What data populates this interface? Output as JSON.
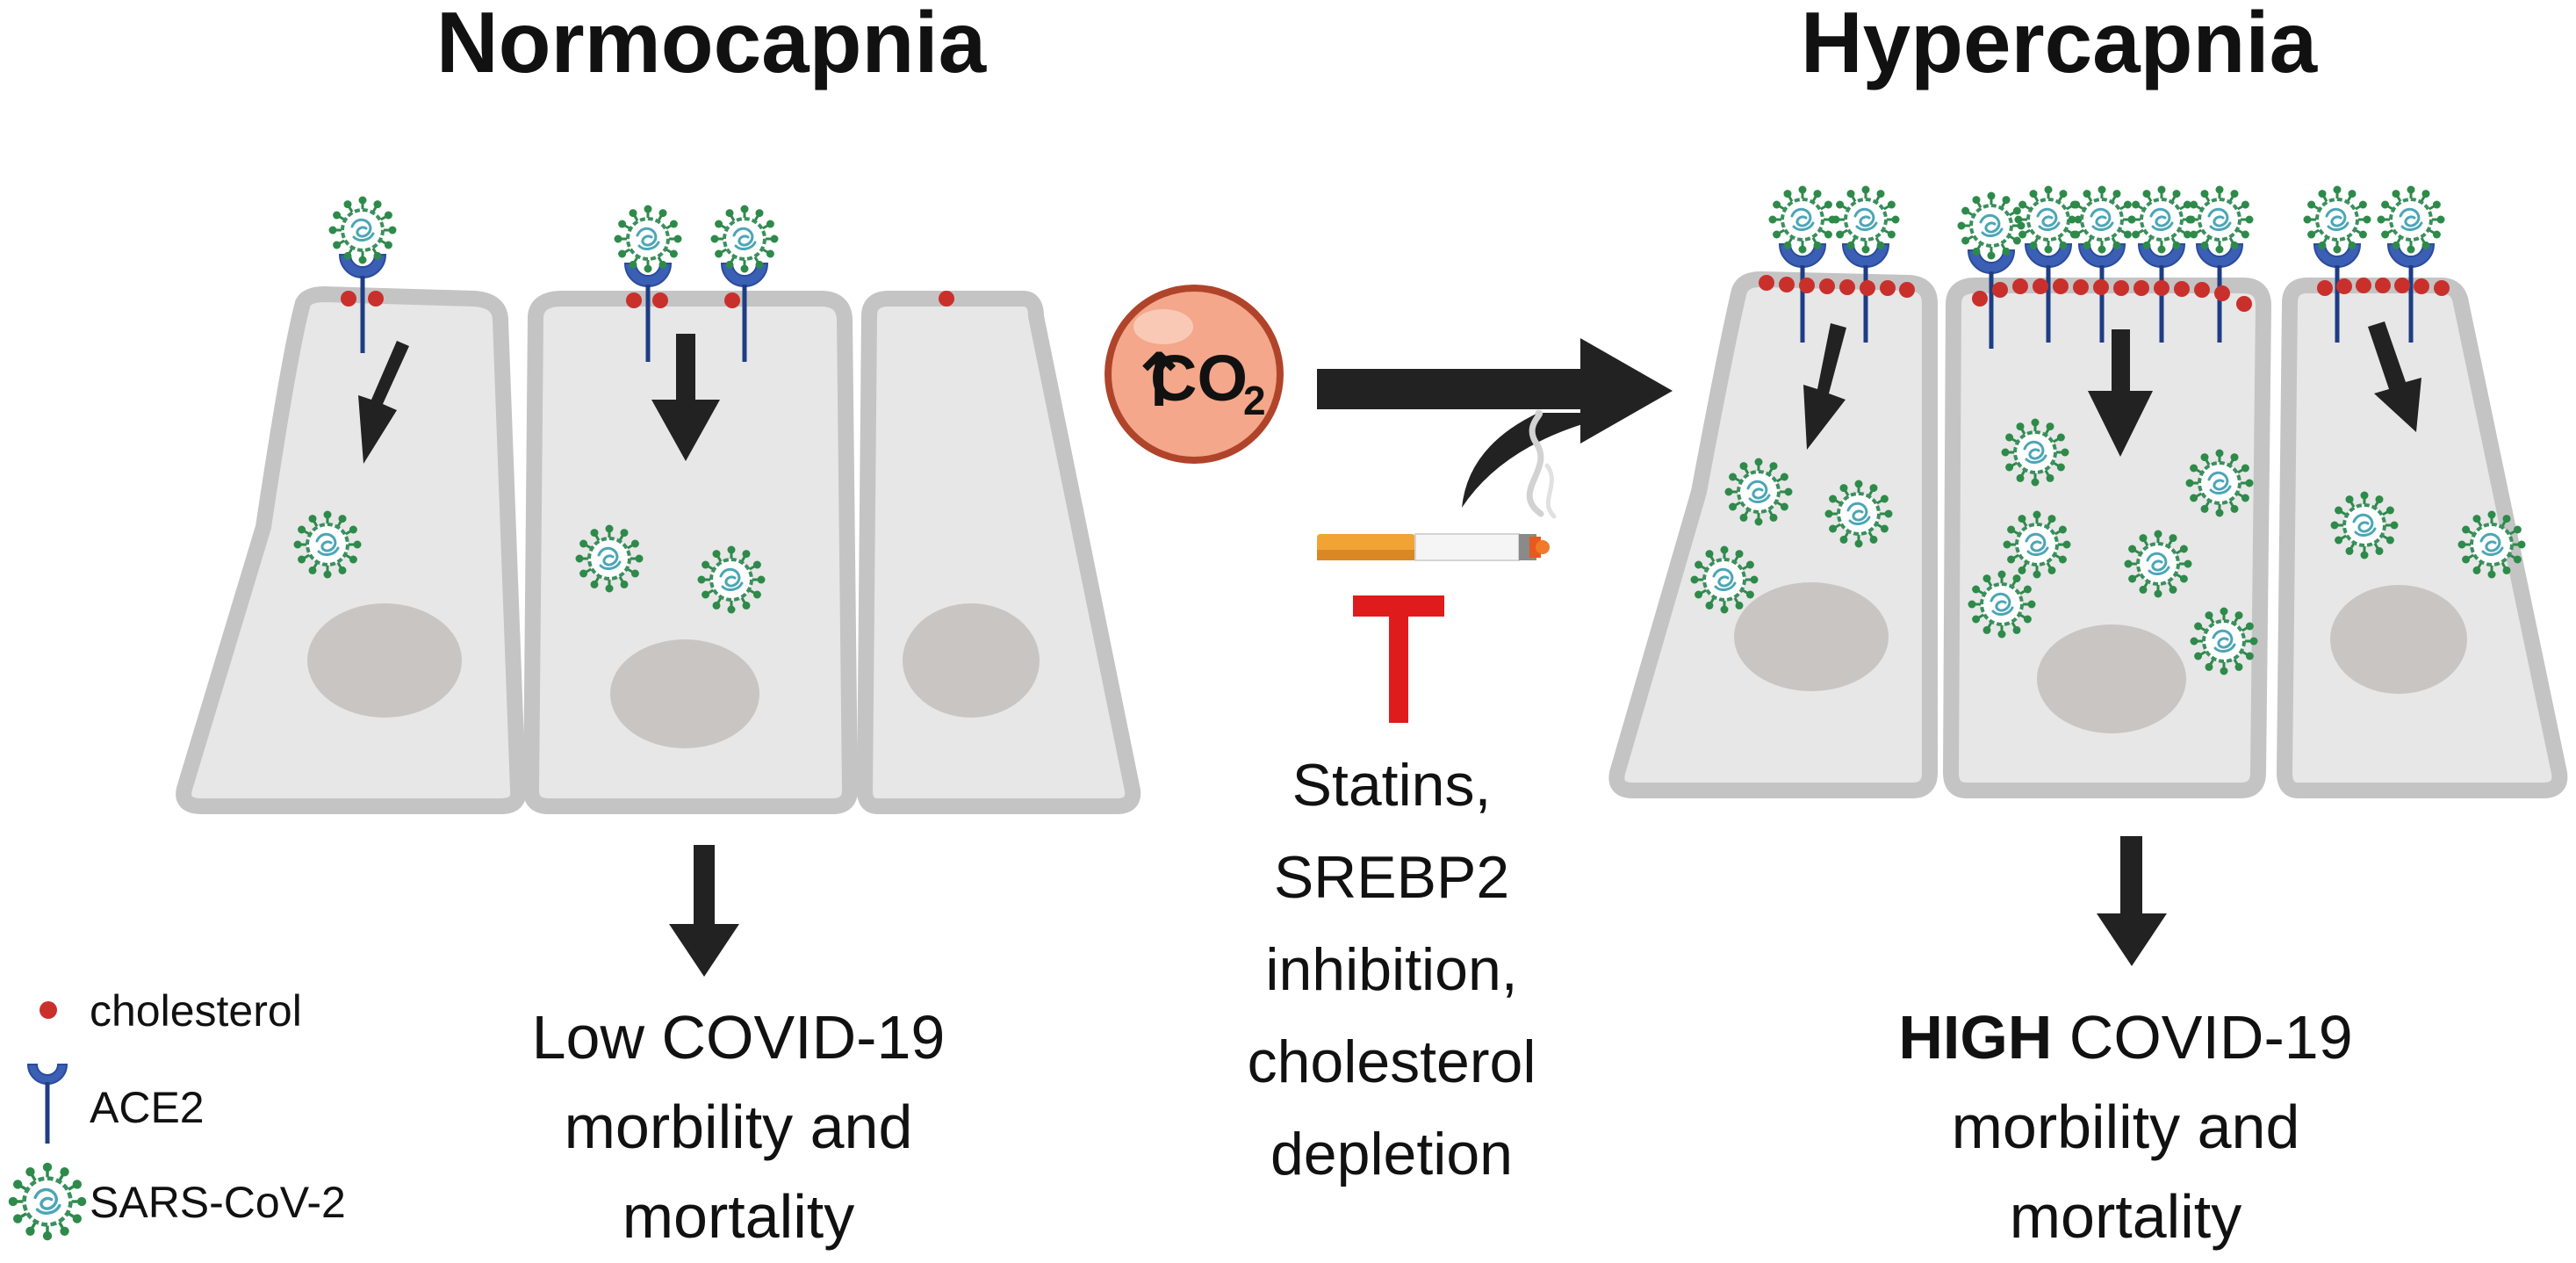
{
  "titles": {
    "left": "Normocapnia",
    "right": "Hypercapnia"
  },
  "co2_badge": {
    "arrow": "↑",
    "label": "CO",
    "subscript": "2"
  },
  "inhibitor_text": [
    "Statins,",
    "SREBP2",
    "inhibition,",
    "cholesterol",
    "depletion"
  ],
  "outcomes": {
    "left": {
      "lines": [
        "Low COVID-19",
        "morbility and",
        "mortality"
      ]
    },
    "right": {
      "emphasis": "HIGH",
      "line1_rest": " COVID-19",
      "lines": [
        "morbility and",
        "mortality"
      ]
    }
  },
  "legend": {
    "items": [
      {
        "icon": "cholesterol-dot-icon",
        "label": "cholesterol"
      },
      {
        "icon": "ace2-receptor-icon",
        "label": "ACE2"
      },
      {
        "icon": "sars-cov-2-virus-icon",
        "label": "SARS-CoV-2"
      }
    ]
  },
  "colors": {
    "cell_fill": "#e7e7e7",
    "cell_border": "#c4c4c4",
    "nucleus": "#c9c5c3",
    "cholesterol": "#c9302c",
    "ace2": "#2b4c9b",
    "virus_ring": "#3b8f5e",
    "virus_spike": "#2e8a4a",
    "virus_core": "#4ba6b6",
    "arrow": "#222222",
    "inhibitor": "#e01b1b",
    "co2_fill": "#f4a78a",
    "co2_border": "#b0442a"
  }
}
